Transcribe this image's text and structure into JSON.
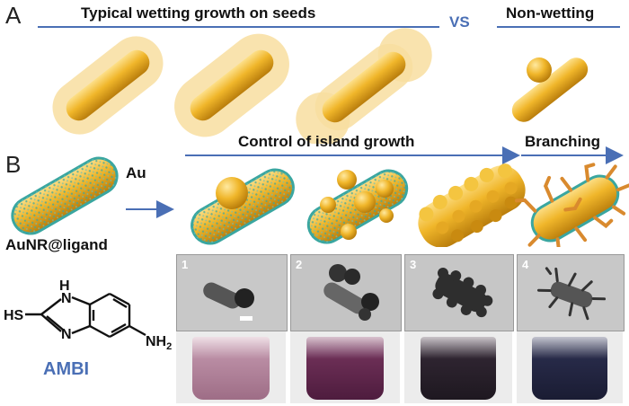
{
  "panel_a": {
    "letter": "A",
    "title_wetting": "Typical wetting growth on seeds",
    "vs": "VS",
    "title_nonwetting": "Non-wetting"
  },
  "panel_b": {
    "letter": "B",
    "au_label": "Au",
    "seed_label": "AuNR@ligand",
    "title_island": "Control of island growth",
    "title_branching": "Branching",
    "tem_numbers": [
      "1",
      "2",
      "3",
      "4"
    ]
  },
  "molecule": {
    "name": "AMBI",
    "hs": "HS",
    "nh_top": "H",
    "n_top": "N",
    "n_bottom": "N",
    "nh2": "NH",
    "nh2_sub": "2"
  },
  "colors": {
    "gold": "#f0b62a",
    "gold_dark": "#c98a10",
    "halo": "#f8dea0",
    "accent_blue": "#4a6fb5",
    "ligand": "#3aa6a0"
  }
}
